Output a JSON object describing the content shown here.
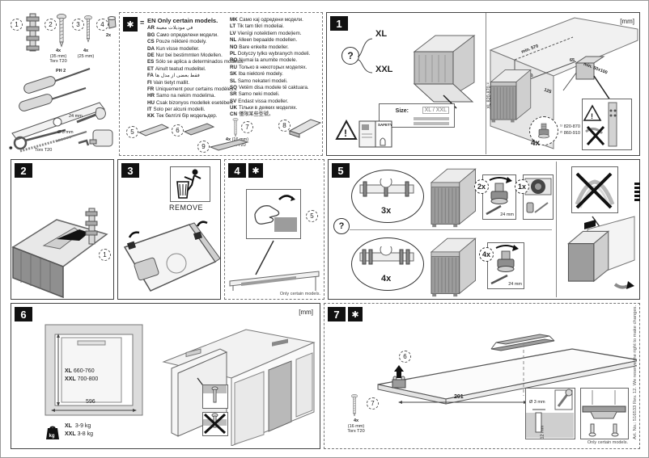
{
  "page": {
    "art_note": "Art. No.: 516533 Rev. 12. We reserve the right to make changes."
  },
  "t": {
    "c1": "1",
    "c2": "2",
    "c3": "3",
    "c4": "4",
    "p2a": "4x",
    "p2b": "(35 mm)",
    "p2c": "Torx T20",
    "p3a": "4x",
    "p3b": "(25 mm)",
    "p4a": "2x",
    "ph": "PH 2",
    "wrench": "24 mm",
    "drill": "Ø 3 mm",
    "torx": "Torx T20",
    "star": "✱"
  },
  "lg": {
    "star": "✱",
    "eq": "=",
    "rows1": [
      {
        "code": "EN",
        "text": "Only certain models."
      },
      {
        "code": "AR",
        "text": "في موديلات معينة"
      },
      {
        "code": "BG",
        "text": "Само определени модели."
      },
      {
        "code": "CS",
        "text": "Pouze některé modely."
      },
      {
        "code": "DA",
        "text": "Kun visse modeller."
      },
      {
        "code": "DE",
        "text": "Nur bei bestimmten Modellen."
      },
      {
        "code": "ES",
        "text": "Sólo se aplica a determinados modelos."
      },
      {
        "code": "ET",
        "text": "Ainult teatud mudelitel."
      },
      {
        "code": "FA",
        "text": "فقط بعضی از مدل ها"
      },
      {
        "code": "FI",
        "text": "Vain tietyt mallit."
      },
      {
        "code": "FR",
        "text": "Uniquement pour certains modèles."
      },
      {
        "code": "HR",
        "text": "Samo na nekim modelima."
      },
      {
        "code": "HU",
        "text": "Csak bizonyos modellek esetében."
      },
      {
        "code": "IT",
        "text": "Solo per alcuni modelli."
      },
      {
        "code": "KK",
        "text": "Тек белгілі бір модельдер."
      }
    ],
    "rows2": [
      {
        "code": "MK",
        "text": "Само кај одредени модели."
      },
      {
        "code": "LT",
        "text": "Tik tam tikri modeliai."
      },
      {
        "code": "LV",
        "text": "Vienīgi noteiktiem modeļiem."
      },
      {
        "code": "NL",
        "text": "Alleen bepaalde modellen."
      },
      {
        "code": "NO",
        "text": "Bare enkelte modeller."
      },
      {
        "code": "PL",
        "text": "Dotyczy tylko wybranych modeli."
      },
      {
        "code": "RO",
        "text": "Numai la anumite modele."
      },
      {
        "code": "RU",
        "text": "Только в некоторых моделях."
      },
      {
        "code": "SK",
        "text": "Iba niektoré modely."
      },
      {
        "code": "SL",
        "text": "Samo nekateri modeli."
      },
      {
        "code": "SQ",
        "text": "Vetëm disa modele të caktuara."
      },
      {
        "code": "SR",
        "text": "Samo neki modeli."
      },
      {
        "code": "SV",
        "text": "Endast vissa modeller."
      },
      {
        "code": "UK",
        "text": "Тільки в деяких моделях."
      },
      {
        "code": "CN",
        "text": "僅限某些型號。"
      }
    ],
    "c5": "5",
    "c6": "6",
    "c7": "7",
    "c8": "8",
    "c9": "9",
    "s7a": "4x",
    "s7b": "(16 mm)",
    "s7c": "Torx T20"
  },
  "s1": {
    "badge": "1",
    "q": "?",
    "xl": "XL",
    "xxl": "XXL",
    "size_label": "Size:",
    "size_value": "XL / XXL",
    "safety": "SAFETY",
    "unit": "[mm]",
    "rot_xl": "XL 820-870 ¹⁾",
    "rot_xxl": "XXL 860-910 ²⁾",
    "min_depth": "min. 570",
    "w600": "600",
    "d125": "125",
    "d65": "65",
    "hole": "min. 50x100",
    "feet": "4x",
    "h1": "¹⁾ 820-870",
    "h2": "²⁾ 860-910"
  },
  "s2": {
    "badge": "2",
    "part": "1"
  },
  "s3": {
    "badge": "3",
    "remove": "REMOVE"
  },
  "s4": {
    "badge": "4",
    "star": "✱",
    "part": "5",
    "note": "Only certain models."
  },
  "s5": {
    "badge": "5",
    "q": "?",
    "v3": "3x",
    "v4": "4x",
    "a2": "2x",
    "a1": "1x",
    "a4": "4x",
    "mm": "24 mm"
  },
  "s6": {
    "badge": "6",
    "xl": "XL",
    "xlr": "660-760",
    "xxl": "XXL",
    "xxlr": "700-800",
    "w": "596",
    "kg": "kg",
    "wxl": "XL",
    "wxlv": "3-9 kg",
    "wxxl": "XXL",
    "wxxlv": "3-8 kg",
    "unit": "[mm]"
  },
  "s7": {
    "badge": "7",
    "star": "✱",
    "p6": "6",
    "p7": "7",
    "dim": "201",
    "sa": "4x",
    "sb": "(16 mm)",
    "sc": "Torx T20",
    "dia": "Ø 3 mm",
    "depth": "12 mm",
    "note": "Only certain models."
  }
}
